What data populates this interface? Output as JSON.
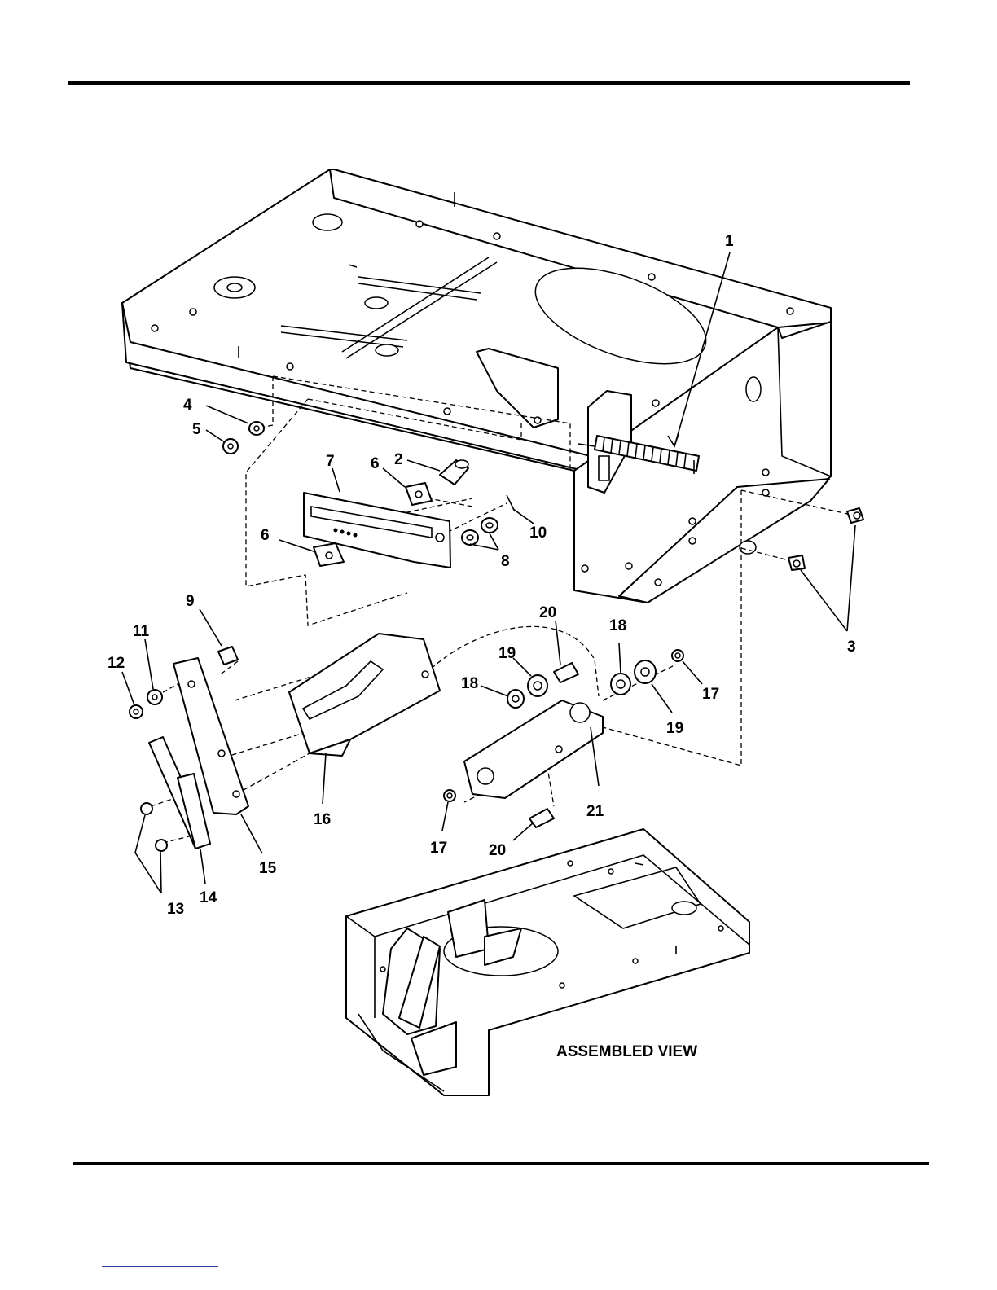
{
  "callouts": [
    {
      "id": "c1",
      "label": "1"
    },
    {
      "id": "c2",
      "label": "2"
    },
    {
      "id": "c3",
      "label": "3"
    },
    {
      "id": "c4",
      "label": "4"
    },
    {
      "id": "c5",
      "label": "5"
    },
    {
      "id": "c6a",
      "label": "6"
    },
    {
      "id": "c6b",
      "label": "6"
    },
    {
      "id": "c7",
      "label": "7"
    },
    {
      "id": "c8",
      "label": "8"
    },
    {
      "id": "c9",
      "label": "9"
    },
    {
      "id": "c10",
      "label": "10"
    },
    {
      "id": "c11",
      "label": "11"
    },
    {
      "id": "c12",
      "label": "12"
    },
    {
      "id": "c13",
      "label": "13"
    },
    {
      "id": "c14",
      "label": "14"
    },
    {
      "id": "c15",
      "label": "15"
    },
    {
      "id": "c16",
      "label": "16"
    },
    {
      "id": "c17a",
      "label": "17"
    },
    {
      "id": "c17b",
      "label": "17"
    },
    {
      "id": "c18a",
      "label": "18"
    },
    {
      "id": "c18b",
      "label": "18"
    },
    {
      "id": "c19a",
      "label": "19"
    },
    {
      "id": "c19b",
      "label": "19"
    },
    {
      "id": "c20a",
      "label": "20"
    },
    {
      "id": "c20b",
      "label": "20"
    },
    {
      "id": "c21",
      "label": "21"
    }
  ],
  "assembled_view_caption": "ASSEMBLED VIEW"
}
